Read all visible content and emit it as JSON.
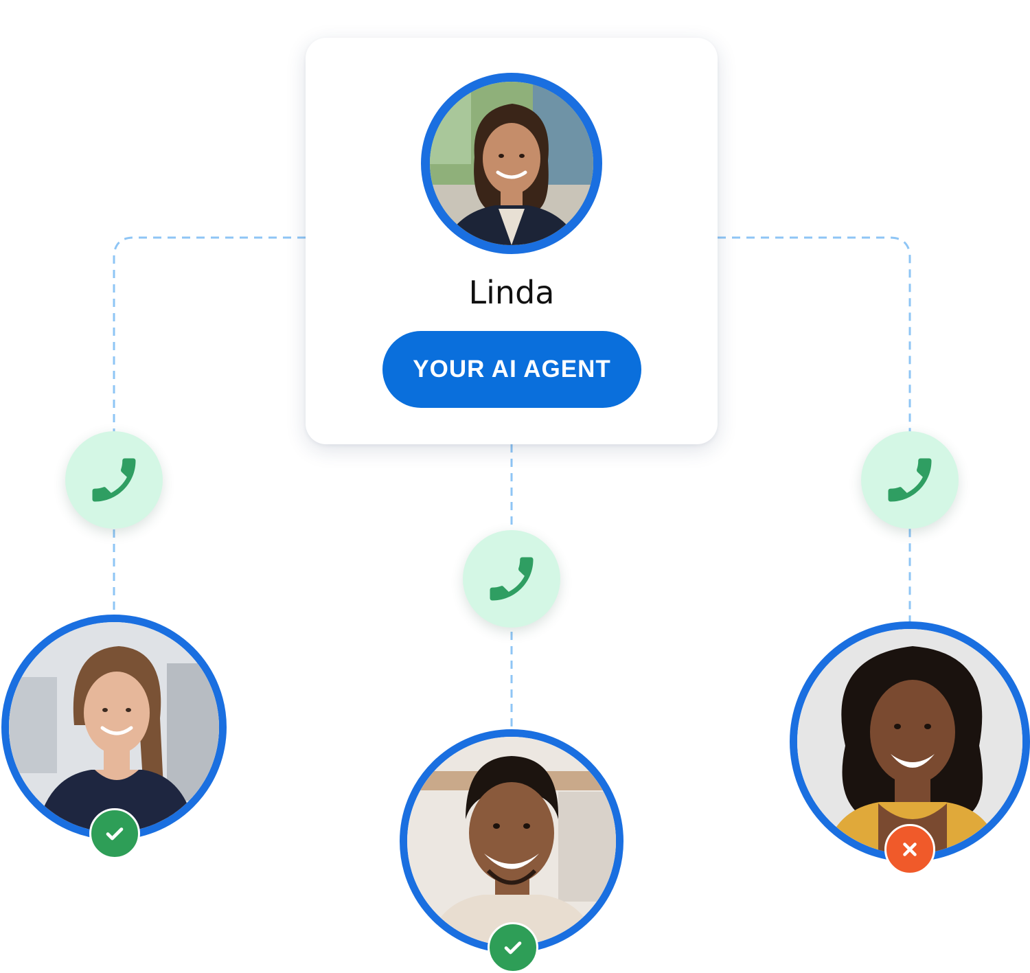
{
  "agent": {
    "name": "Linda",
    "role_label": "YOUR AI AGENT",
    "avatar_icon": "agent-portrait"
  },
  "calls": [
    {
      "icon": "phone-icon",
      "status": "connected"
    },
    {
      "icon": "phone-icon",
      "status": "connected"
    },
    {
      "icon": "phone-icon",
      "status": "declined"
    }
  ],
  "contacts": [
    {
      "avatar_icon": "contact-portrait",
      "status": "success"
    },
    {
      "avatar_icon": "contact-portrait",
      "status": "success"
    },
    {
      "avatar_icon": "contact-portrait",
      "status": "failed"
    }
  ],
  "colors": {
    "accent": "#0a6fdc",
    "ring": "#1a6fe0",
    "connector": "#8ec5f5",
    "phone_bg": "#d4f7e5",
    "phone": "#2f9e62",
    "success": "#2e9e57",
    "fail": "#f05a2a"
  }
}
